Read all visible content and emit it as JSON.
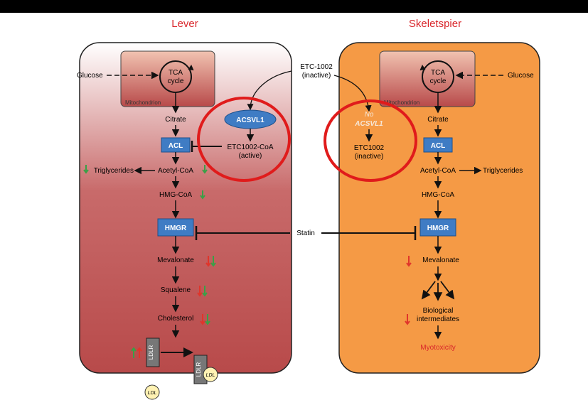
{
  "headings": {
    "left": "Lever",
    "right": "Skeletspier"
  },
  "drug": {
    "name": "ETC-1002",
    "state": "(inactive)"
  },
  "liver": {
    "tca_line1": "TCA",
    "tca_line2": "cycle",
    "glucose": "Glucose",
    "mitochondrion": "Mitochondrion",
    "citrate": "Citrate",
    "acsvl1": "ACSVL1",
    "active_line1": "ETC1002-CoA",
    "active_line2": "(active)",
    "acl": "ACL",
    "triglycerides": "Triglycerides",
    "acetyl_coa": "Acetyl-CoA",
    "hmg_coa": "HMG-CoA",
    "hmgr": "HMGR",
    "mevalonate": "Mevalonate",
    "squalene": "Squalene",
    "cholesterol": "Cholesterol",
    "ldlr": "LDLR",
    "ldl": "LDL"
  },
  "statin": "Statin",
  "muscle": {
    "tca_line1": "TCA",
    "tca_line2": "cycle",
    "glucose": "Glucose",
    "mitochondrion": "Mitochondrion",
    "no_line1": "No",
    "no_line2": "ACSVL1",
    "inactive_line1": "ETC1002",
    "inactive_line2": "(inactive)",
    "citrate": "Citrate",
    "acl": "ACL",
    "acetyl_coa": "Acetyl-CoA",
    "triglycerides": "Triglycerides",
    "hmg_coa": "HMG-CoA",
    "hmgr": "HMGR",
    "mevalonate": "Mevalonate",
    "bio_line1": "Biological",
    "bio_line2": "intermediates",
    "myotoxicity": "Myotoxicity"
  },
  "colors": {
    "heading": "#d9262b",
    "liver_top": "#ffffff",
    "liver_bottom": "#b84a4a",
    "muscle_fill": "#f59a45",
    "mito_top": "#f1c3b1",
    "mito_bottom": "#b84a4a",
    "enzyme_box": "#3f7cc4",
    "highlight_circle": "#e01b1b",
    "arrow_down": "#e0352b",
    "arrow_green": "#3aa047",
    "myotoxicity": "#d9262b",
    "ldl_fill": "#fff2b3"
  }
}
